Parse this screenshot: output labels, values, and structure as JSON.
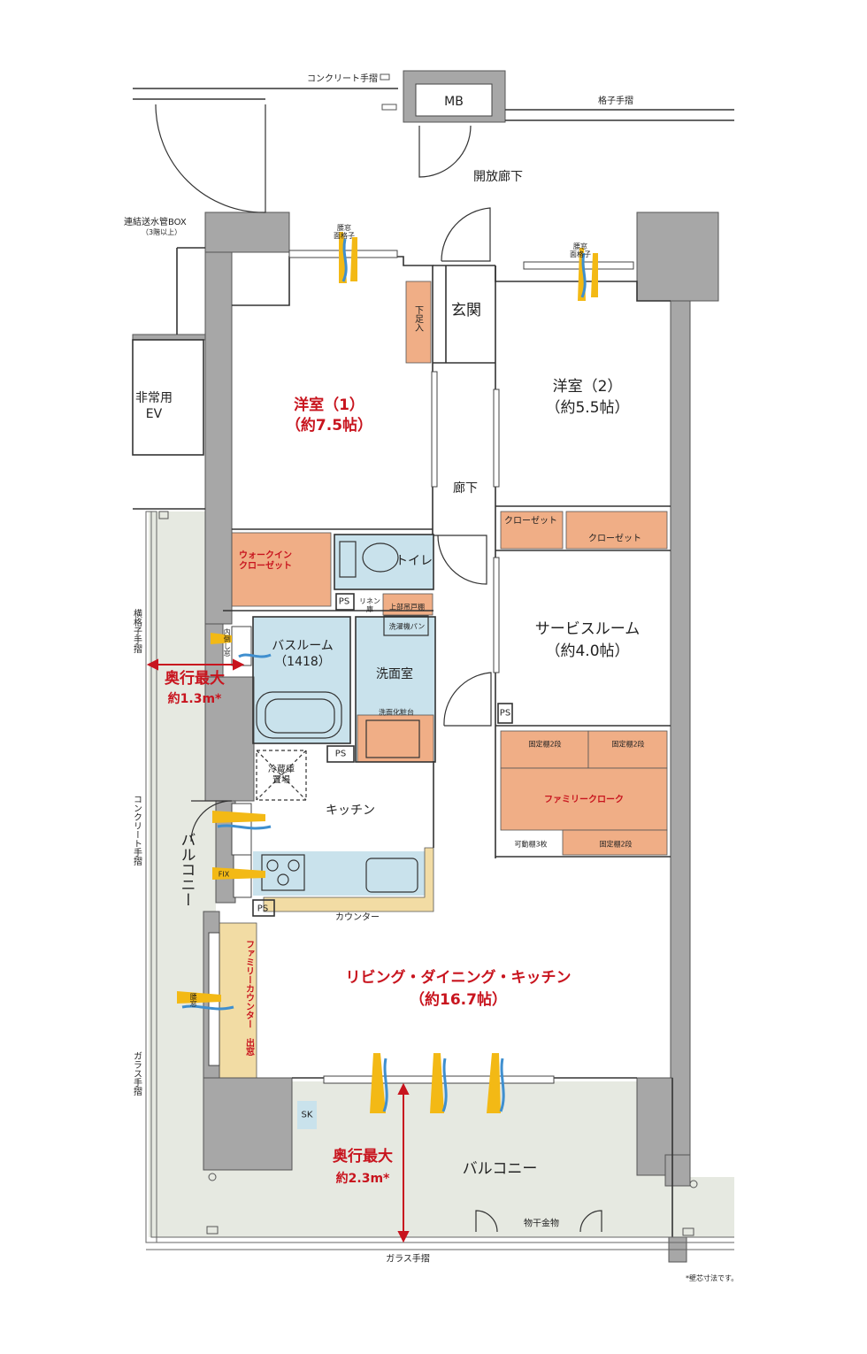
{
  "colors": {
    "wall": "#a7a7a7",
    "wet_area": "#c9e2ec",
    "storage": "#f0ae86",
    "balcony": "#e6e9e1",
    "counter": "#f2dca4",
    "accent": "#c8141e",
    "airflow_yellow": "#f3b915",
    "airflow_blue": "#3f8fcf"
  },
  "labels": {
    "concrete_rail_top": "コンクリート手摺",
    "mb": "MB",
    "lattice_rail_top": "格子手摺",
    "open_corridor": "開放廊下",
    "standpipe_box": "連結送水管BOX",
    "standpipe_note": "（3階以上）",
    "emergency_ev_1": "非常用",
    "emergency_ev_2": "EV",
    "waist_window_lattice_1": "腰窓\n面格子",
    "waist_window_lattice_2": "腰窓\n面格子",
    "shoe_storage": "下足入",
    "entrance": "玄関",
    "western_room_1_name": "洋室（1）",
    "western_room_1_size": "（約7.5帖）",
    "western_room_2_name": "洋室（2）",
    "western_room_2_size": "（約5.5帖）",
    "hallway": "廊下",
    "closet_small": "クローゼット",
    "closet_large": "クローゼット",
    "walk_in_closet": "ウォークイン\nクローゼット",
    "toilet": "トイレ",
    "ps_1": "PS",
    "linen_shelf": "リネン\n庫",
    "upper_cabinet": "上部吊戸棚",
    "washer_pan": "洗濯機パン",
    "bathroom_name": "バスルーム",
    "bathroom_size": "（1418）",
    "washroom": "洗面室",
    "vanity": "洗面化粧台",
    "ps_2": "PS",
    "inward_tilt_window": "内倒し窓",
    "service_room_name": "サービスルーム",
    "service_room_size": "（約4.0帖）",
    "ps_3": "PS",
    "fixed_shelf_a": "固定棚2段",
    "fixed_shelf_b": "固定棚2段",
    "family_cloak": "ファミリークローク",
    "movable_shelf": "可動棚3枚",
    "fixed_shelf_c": "固定棚2段",
    "fridge_space": "冷蔵庫\n置場",
    "kitchen": "キッチン",
    "fix_window": "FIX",
    "ps_4": "PS",
    "counter": "カウンター",
    "family_counter": "ファミリーカウンター 出窓",
    "waist_window_3": "腰窓",
    "ldk_name": "リビング・ダイニング・キッチン",
    "ldk_size": "（約16.7帖）",
    "depth_side_title": "奥行最大",
    "depth_side_value": "約1.3m*",
    "depth_front_title": "奥行最大",
    "depth_front_value": "約2.3m*",
    "balcony_side": "バルコニー",
    "balcony_front": "バルコニー",
    "horizontal_lattice_rail": "横格子手摺",
    "concrete_rail_side": "コンクリート手摺",
    "glass_rail_side": "ガラス手摺",
    "sink_sk": "SK",
    "clothes_hanger": "物干金物",
    "glass_rail_bottom": "ガラス手摺",
    "footnote": "*壁芯寸法です。"
  }
}
